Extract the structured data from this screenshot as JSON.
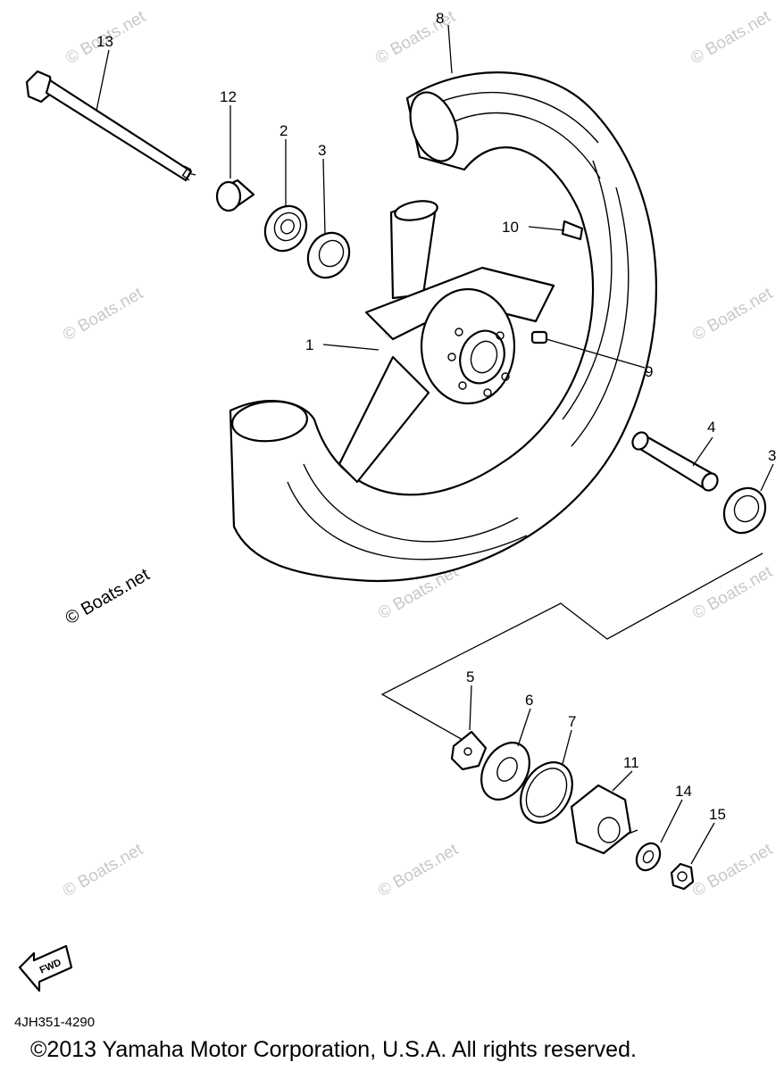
{
  "callouts": [
    "13",
    "12",
    "2",
    "3",
    "8",
    "10",
    "1",
    "9",
    "4",
    "3",
    "5",
    "6",
    "7",
    "11",
    "14",
    "15"
  ],
  "watermark": "© Boats.net",
  "fwd_label": "FWD",
  "diagram_code": "4JH351-4290",
  "copyright": "©2013 Yamaha Motor Corporation, U.S.A. All rights reserved."
}
